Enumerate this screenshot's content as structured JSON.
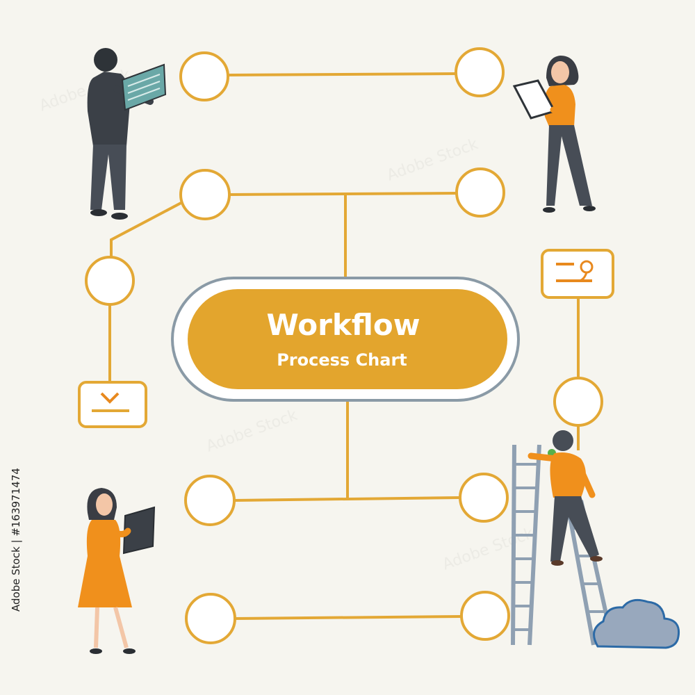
{
  "title": {
    "main": "Workflow",
    "sub": "Process Chart"
  },
  "stock_id": "Adobe Stock | #163971474",
  "watermark": "Adobe Stock",
  "colors": {
    "background": "#f6f5ef",
    "connector": "#e3a835",
    "pill_fill": "#e3a52d",
    "pill_outline": "#8a9aa6",
    "icon_accent": "#e8891e",
    "dark_figure": "#3b4047",
    "orange_figure": "#f0901c",
    "cloud": "#98a8bd",
    "ladder": "#8fa0b2"
  },
  "icons": [
    "download-box-icon",
    "sign-box-icon",
    "cloud-icon",
    "ladder-icon",
    "tablet-icon"
  ]
}
